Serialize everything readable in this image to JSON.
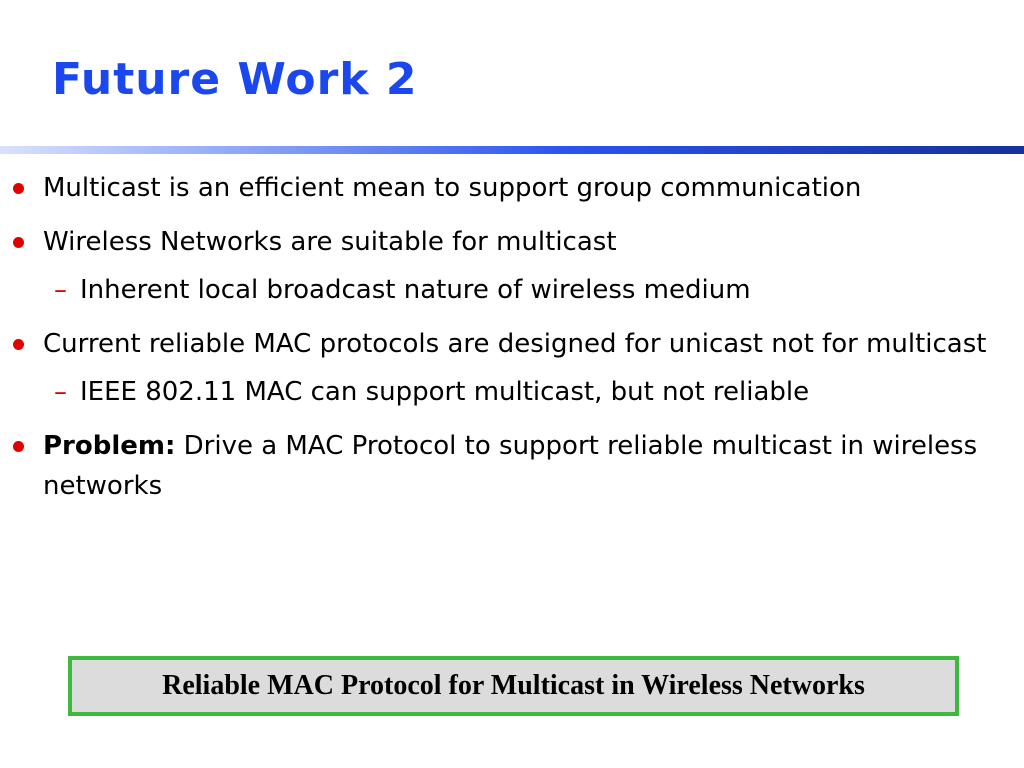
{
  "slide": {
    "title": "Future Work 2"
  },
  "bullets": [
    {
      "text": "Multicast is an efficient mean to support group communication"
    },
    {
      "text": "Wireless Networks are suitable for multicast"
    },
    {
      "sub": "Inherent local broadcast nature of wireless medium"
    },
    {
      "text": "Current reliable MAC protocols are designed for unicast not for multicast"
    },
    {
      "sub": "IEEE 802.11 MAC can support multicast, but not reliable"
    },
    {
      "label": "Problem:",
      "text": " Drive a MAC Protocol to support reliable multicast in wireless networks"
    }
  ],
  "footer": {
    "text": "Reliable MAC Protocol for Multicast in Wireless Networks"
  },
  "colors": {
    "title": "#1a47ee",
    "bullet": "#e00000",
    "footer_border": "#3dba3d",
    "footer_bg": "#dcdcdc"
  }
}
